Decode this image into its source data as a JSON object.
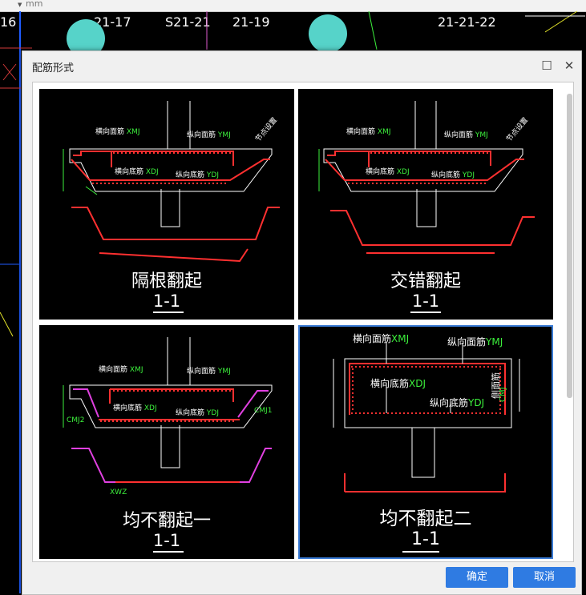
{
  "background": {
    "unit": "mm",
    "axis_labels": [
      "16",
      "21-17",
      "S21-21",
      "21-19",
      "21-21-22"
    ]
  },
  "dialog": {
    "title": "配筋形式",
    "ok_label": "确定",
    "cancel_label": "取消"
  },
  "options": [
    {
      "name": "隔根翻起",
      "section": "1-1",
      "labels": {
        "top_h": "横向面筋",
        "top_h_code": "XMJ",
        "top_v": "纵向面筋",
        "top_v_code": "YMJ",
        "bot_h": "横向底筋",
        "bot_h_code": "XDJ",
        "bot_v": "纵向底筋",
        "bot_v_code": "YDJ",
        "side": "节点设置"
      }
    },
    {
      "name": "交错翻起",
      "section": "1-1",
      "labels": {
        "top_h": "横向面筋",
        "top_h_code": "XMJ",
        "top_v": "纵向面筋",
        "top_v_code": "YMJ",
        "bot_h": "横向底筋",
        "bot_h_code": "XDJ",
        "bot_v": "纵向底筋",
        "bot_v_code": "YDJ",
        "side": "节点设置"
      }
    },
    {
      "name": "均不翻起一",
      "section": "1-1",
      "labels": {
        "top_h": "横向面筋",
        "top_h_code": "XMJ",
        "top_v": "纵向面筋",
        "top_v_code": "YMJ",
        "bot_h": "横向底筋",
        "bot_h_code": "XDJ",
        "bot_v": "纵向底筋",
        "bot_v_code": "YDJ",
        "cmj2": "CMJ2",
        "cmj1": "CMJ1",
        "xwz": "XWZ"
      }
    },
    {
      "name": "均不翻起二",
      "section": "1-1",
      "labels": {
        "top_h": "横向面筋",
        "top_h_code": "XMJ",
        "top_v": "纵向面筋",
        "top_v_code": "YMJ",
        "bot_h": "横向底筋",
        "bot_h_code": "XDJ",
        "bot_v": "纵向底筋",
        "bot_v_code": "YDJ",
        "side_bar": "侧面筋",
        "side_code": "CMJ"
      }
    }
  ],
  "selected_option": "均不翻起二"
}
